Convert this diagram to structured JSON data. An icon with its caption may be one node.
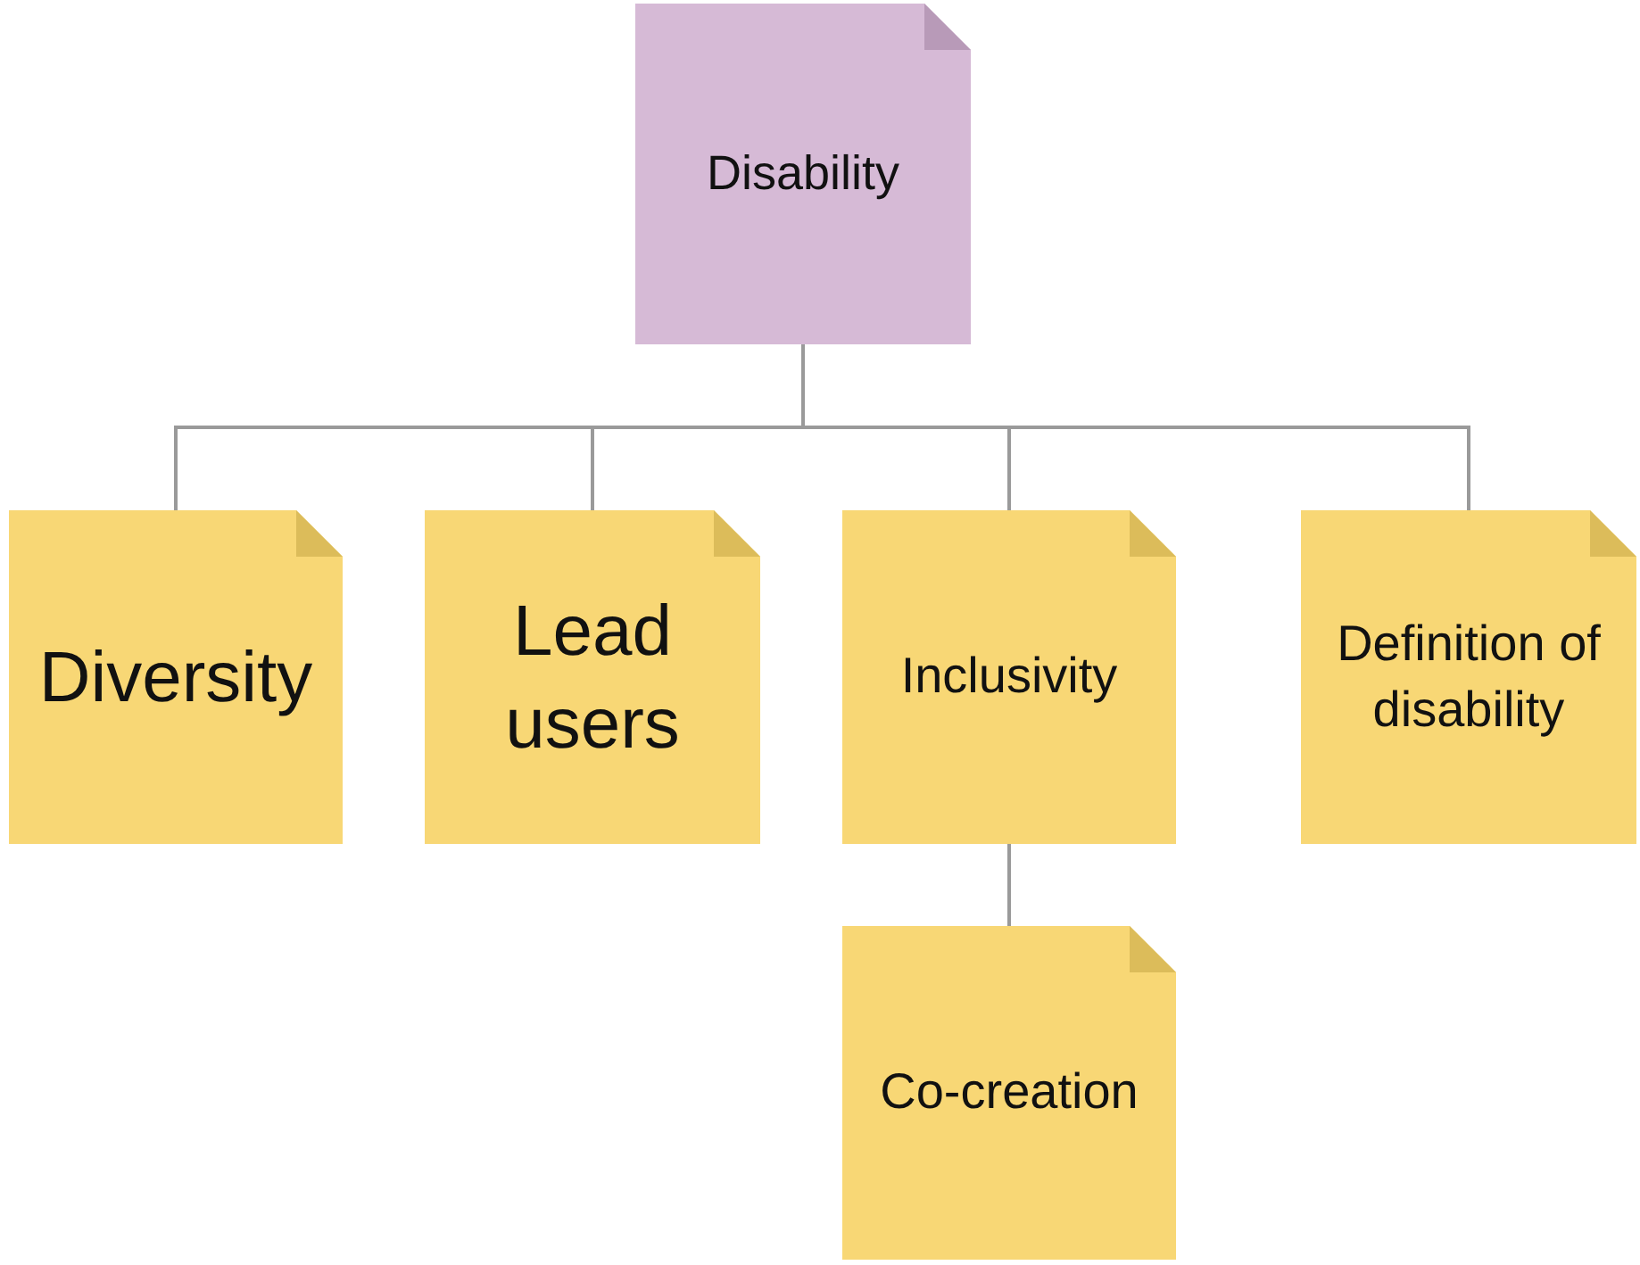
{
  "diagram": {
    "nodes": [
      {
        "text": [
          "Disability"
        ]
      },
      {
        "text": [
          "Diversity"
        ]
      },
      {
        "text": [
          "Lead users"
        ]
      },
      {
        "text": [
          "Inclusivity"
        ]
      },
      {
        "text": [
          "Definition of disability"
        ]
      },
      {
        "text": [
          "Co-creation"
        ]
      }
    ],
    "edges": [
      {
        "from": 0,
        "to": 1,
        "arrow": "none"
      },
      {
        "from": 0,
        "to": 2,
        "arrow": "none"
      },
      {
        "from": 0,
        "to": 3,
        "arrow": "none"
      },
      {
        "from": 0,
        "to": 4,
        "arrow": "none"
      },
      {
        "from": 3,
        "to": 5,
        "arrow": "none"
      }
    ]
  }
}
